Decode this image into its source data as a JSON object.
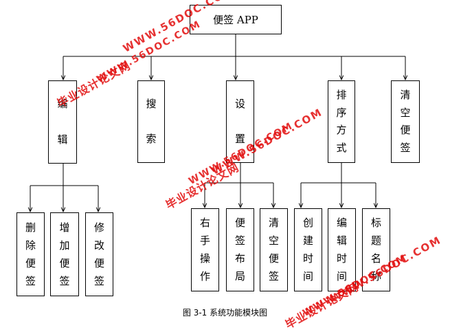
{
  "root": "便签 APP",
  "level1": [
    {
      "id": "edit",
      "label": "编辑",
      "chars": [
        "编",
        "辑"
      ]
    },
    {
      "id": "search",
      "label": "搜索",
      "chars": [
        "搜",
        "索"
      ]
    },
    {
      "id": "settings",
      "label": "设置",
      "chars": [
        "设",
        "置"
      ]
    },
    {
      "id": "sort",
      "label": "排序方式",
      "chars": [
        "排",
        "序",
        "方",
        "式"
      ]
    },
    {
      "id": "clear",
      "label": "清空便签",
      "chars": [
        "清",
        "空",
        "便",
        "签"
      ]
    }
  ],
  "edit_children": [
    {
      "label": "删除便签",
      "chars": [
        "删",
        "除",
        "便",
        "签"
      ]
    },
    {
      "label": "增加便签",
      "chars": [
        "增",
        "加",
        "便",
        "签"
      ]
    },
    {
      "label": "修改便签",
      "chars": [
        "修",
        "改",
        "便",
        "签"
      ]
    }
  ],
  "settings_children": [
    {
      "label": "右手操作",
      "chars": [
        "右",
        "手",
        "操",
        "作"
      ]
    },
    {
      "label": "便签布局",
      "chars": [
        "便",
        "签",
        "布",
        "局"
      ]
    },
    {
      "label": "清空便签",
      "chars": [
        "清",
        "空",
        "便",
        "签"
      ]
    }
  ],
  "sort_children": [
    {
      "label": "创建时间",
      "chars": [
        "创",
        "建",
        "时",
        "间"
      ]
    },
    {
      "label": "编辑时间",
      "chars": [
        "编",
        "辑",
        "时",
        "间"
      ]
    },
    {
      "label": "标题名称",
      "chars": [
        "标",
        "题",
        "名",
        "称"
      ]
    }
  ],
  "caption": "图 3-1 系统功能模块图",
  "watermark": {
    "url": "WWW.56DOC.COM",
    "site": "毕业设计论文网"
  }
}
